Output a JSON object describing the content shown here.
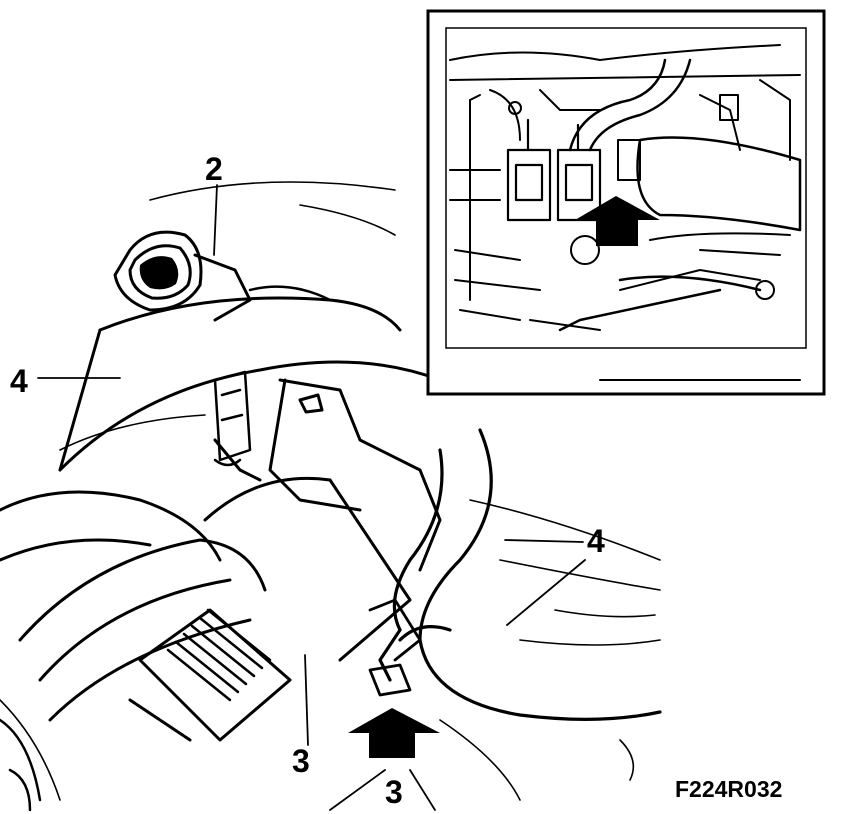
{
  "figure": {
    "code": "F224R032",
    "colors": {
      "ink": "#000000",
      "paper": "#ffffff"
    },
    "callouts": [
      {
        "id": "c2",
        "text": "2"
      },
      {
        "id": "c4a",
        "text": "4"
      },
      {
        "id": "c4b",
        "text": "4"
      },
      {
        "id": "c3a",
        "text": "3"
      },
      {
        "id": "c3b",
        "text": "3"
      }
    ]
  }
}
